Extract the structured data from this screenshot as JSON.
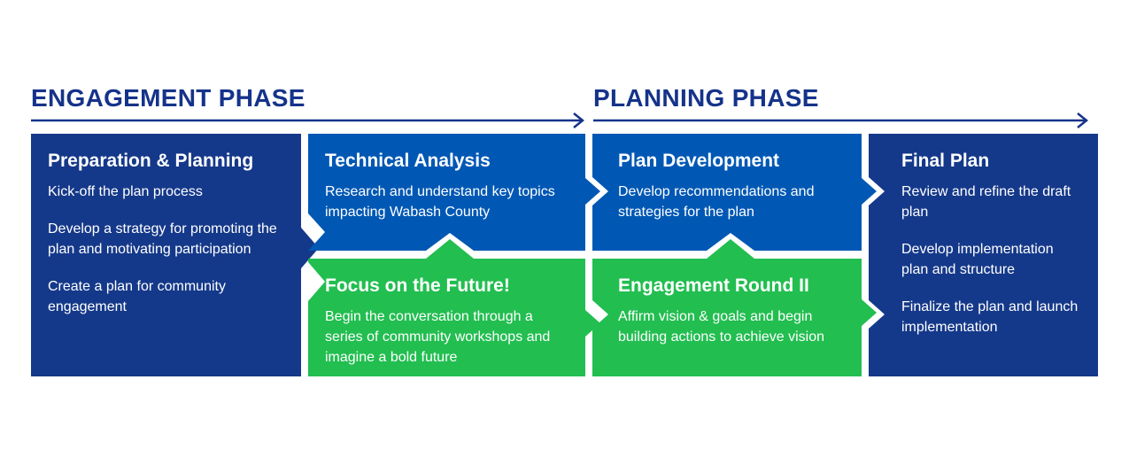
{
  "colors": {
    "phase_title": "#15338a",
    "navy": "#15398a",
    "blue": "#0058b4",
    "green": "#22be50",
    "arrow": "#15338a"
  },
  "phases": [
    {
      "title": "ENGAGEMENT PHASE"
    },
    {
      "title": "PLANNING PHASE"
    }
  ],
  "steps": {
    "preparation": {
      "title": "Preparation & Planning",
      "items": [
        "Kick-off the plan process",
        "Develop a strategy for promoting the plan and motivating participation",
        "Create a plan for community engagement"
      ]
    },
    "technical": {
      "title": "Technical Analysis",
      "items": [
        "Research and understand key topics impacting Wabash County"
      ]
    },
    "focus": {
      "title": "Focus on the Future!",
      "items": [
        "Begin the conversation through a series of community workshops and imagine a bold future"
      ]
    },
    "plan_dev": {
      "title": "Plan Development",
      "items": [
        "Develop recommendations and strategies for the plan"
      ]
    },
    "engagement2": {
      "title": "Engagement Round II",
      "items": [
        "Affirm vision & goals and begin building actions to achieve vision"
      ]
    },
    "final": {
      "title": "Final Plan",
      "items": [
        "Review and refine the draft plan",
        "Develop implementation plan and structure",
        "Finalize the plan and launch implementation"
      ]
    }
  }
}
